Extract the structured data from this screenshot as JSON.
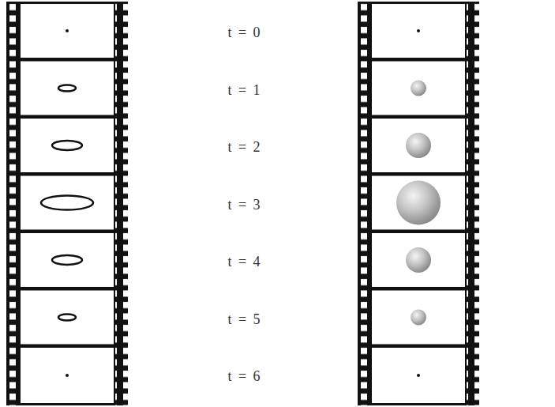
{
  "diagram": {
    "labels": [
      "t = 0",
      "t = 1",
      "t = 2",
      "t = 3",
      "t = 4",
      "t = 5",
      "t = 6"
    ]
  }
}
